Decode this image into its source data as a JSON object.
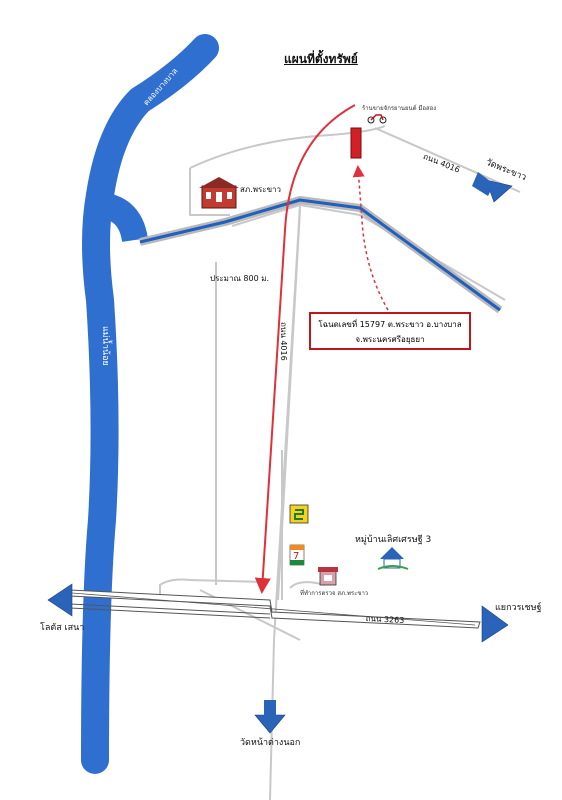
{
  "title": "แผนที่ตั้งทรัพย์",
  "labels": {
    "river_top": "คลองบางบาล",
    "river_main": "แม่น้ำน้อย",
    "shop": "ร้านขายจักรยานยนต์ มือสอง",
    "road_4016_top": "ถนน 4016",
    "wat_phrakhao": "วัดพระขาว",
    "police_station": "สภ.พระขาว",
    "distance": "ประมาณ 800 ม.",
    "road_4016_vertical": "ถนน 4016",
    "village": "หมู่บ้านเลิศเศรษฐี 3",
    "checkpoint": "ที่ทำการตรวจ สภ.พระขาว",
    "lotus": "โลตัส เสนา",
    "intersection": "แยกวรเชษฐ์",
    "road_3263": "ถนน 3263",
    "wat_na_tang_nok": "วัดหน้าต่างนอก"
  },
  "deed_box": {
    "line1": "โฉนดเลขที่ 15797  ต.พระขาว  อ.บางบาล",
    "line2": "จ.พระนครศรีอยุธยา"
  },
  "colors": {
    "river": "#2f6fd0",
    "canal_stroke": "#1f5fc0",
    "route_arrow": "#e0303a",
    "arrow_fill": "#2a64b8",
    "road_gray": "#c8c8c8",
    "property_fill": "#d32027"
  },
  "icons": [
    "police-station-icon",
    "motorcycle-icon",
    "gas-station-icon",
    "seven-eleven-icon",
    "checkpoint-kiosk-icon",
    "house-village-icon"
  ]
}
